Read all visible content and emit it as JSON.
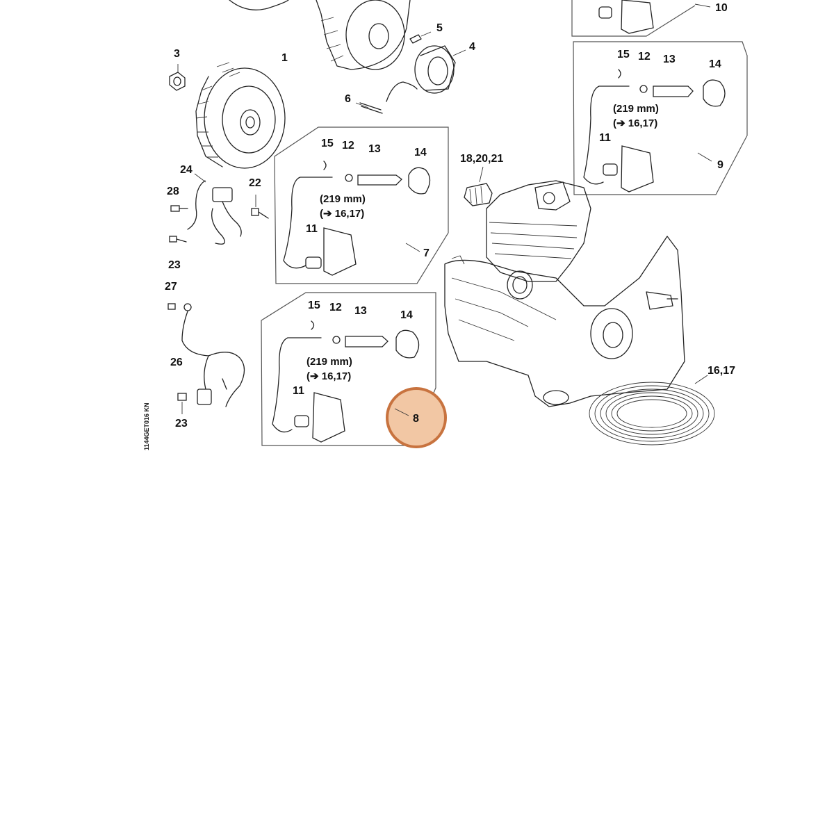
{
  "diagram": {
    "callouts": {
      "c1": "1",
      "c3": "3",
      "c4": "4",
      "c5": "5",
      "c6": "6",
      "c7": "7",
      "c9": "9",
      "c10": "10",
      "c22": "22",
      "c23a": "23",
      "c23b": "23",
      "c24": "24",
      "c26": "26",
      "c27": "27",
      "c28": "28",
      "c1617": "16,17",
      "c182021": "18,20,21"
    },
    "group7": {
      "c11": "11",
      "c12": "12",
      "c13": "13",
      "c14": "14",
      "c15": "15",
      "length": "(219 mm)",
      "ref": "(➔ 16,17)"
    },
    "group8": {
      "c11": "11",
      "c12": "12",
      "c13": "13",
      "c14": "14",
      "c15": "15",
      "length": "(219 mm)",
      "ref": "(➔ 16,17)"
    },
    "group9": {
      "c11": "11",
      "c12": "12",
      "c13": "13",
      "c14": "14",
      "c15": "15",
      "length": "(219 mm)",
      "ref": "(➔ 16,17)"
    },
    "highlight": {
      "label": "8",
      "color": "#f2c7a4",
      "border": "#c8733f"
    },
    "drawing_code": "1144GET016 KN"
  }
}
